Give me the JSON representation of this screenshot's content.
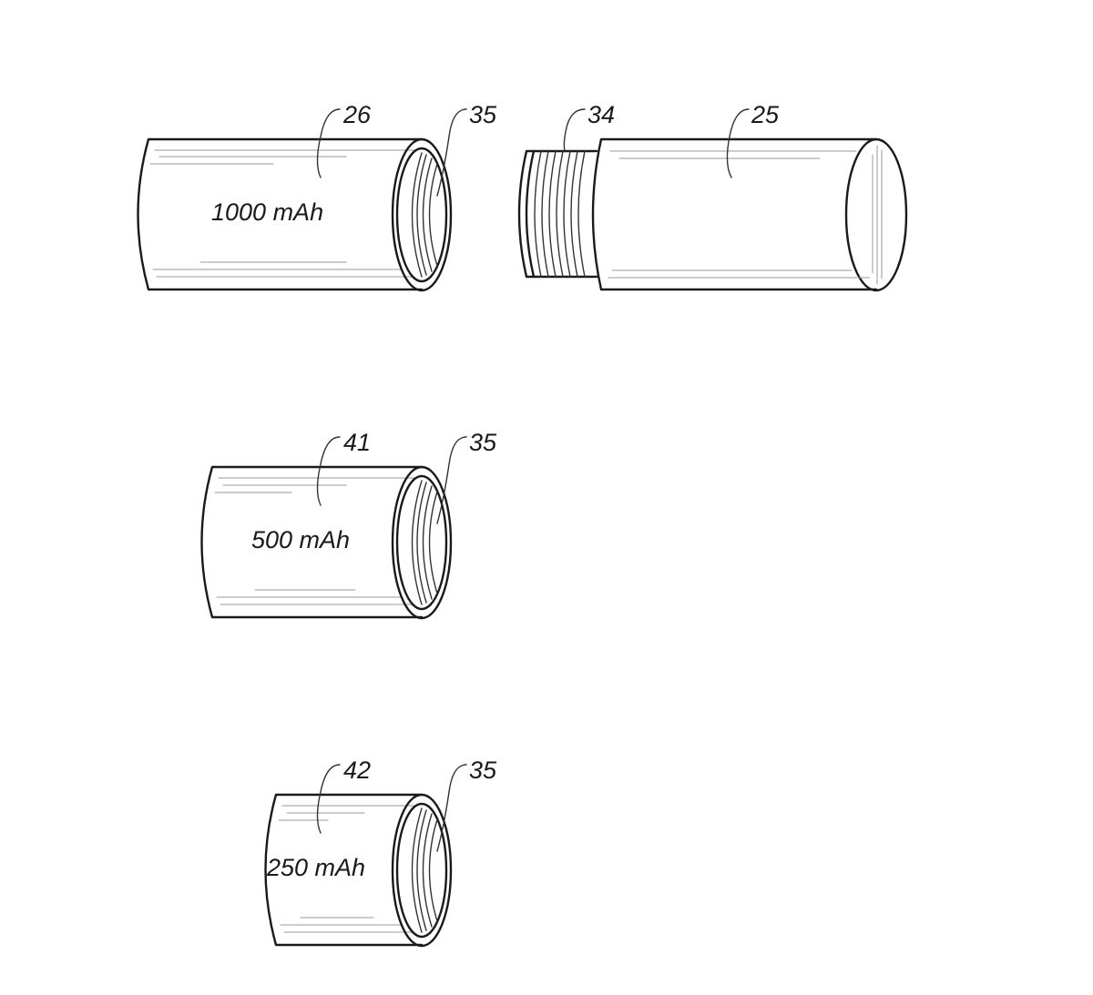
{
  "figure": {
    "components": [
      {
        "id": "battery-26",
        "ref": "26",
        "capacity": "1000 mAh",
        "end_ref": "35"
      },
      {
        "id": "unit-25",
        "ref": "25",
        "thread_ref": "34"
      },
      {
        "id": "battery-41",
        "ref": "41",
        "capacity": "500 mAh",
        "end_ref": "35"
      },
      {
        "id": "battery-42",
        "ref": "42",
        "capacity": "250 mAh",
        "end_ref": "35"
      }
    ]
  }
}
